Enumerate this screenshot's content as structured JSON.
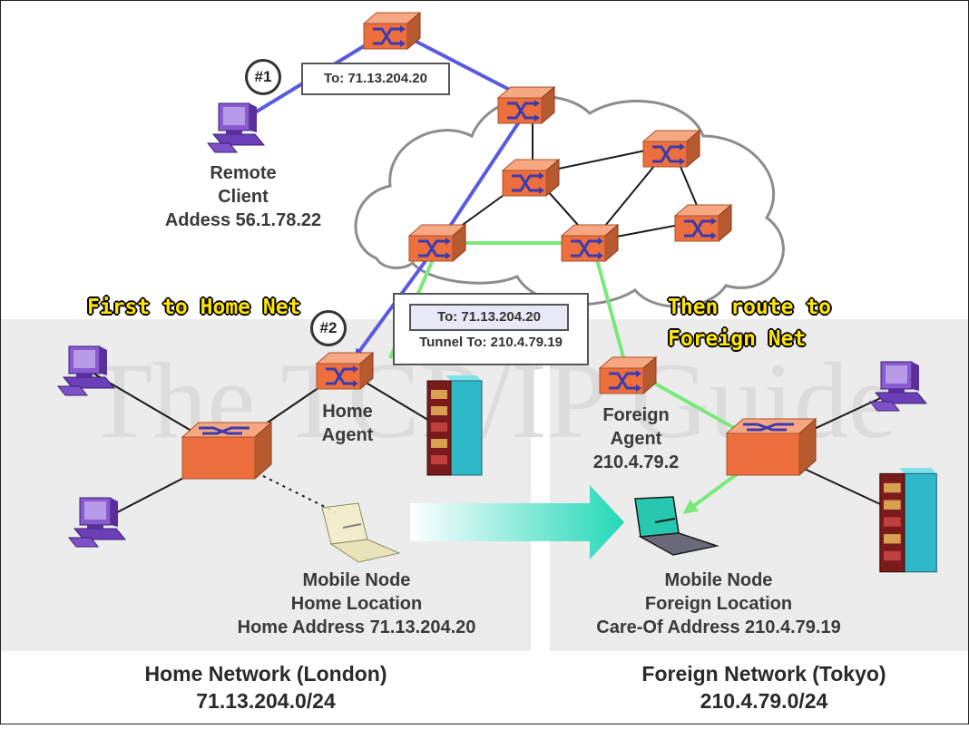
{
  "remote_client": {
    "lines": [
      "Remote",
      "Client",
      "Addess 56.1.78.22"
    ]
  },
  "packet1": {
    "text": "To: 71.13.204.20",
    "step": "#1"
  },
  "packet2": {
    "inner": "To: 71.13.204.20",
    "tunnel": "Tunnel To: 210.4.79.19",
    "step": "#2"
  },
  "callout_home": "First to Home Net",
  "callout_foreign": {
    "lines": [
      "Then route to",
      "Foreign Net"
    ]
  },
  "home_agent": {
    "lines": [
      "Home",
      "Agent"
    ]
  },
  "foreign_agent": {
    "lines": [
      "Foreign",
      "Agent",
      "210.4.79.2"
    ]
  },
  "mobile_home": {
    "lines": [
      "Mobile Node",
      "Home Location",
      "Home Address 71.13.204.20"
    ]
  },
  "mobile_foreign": {
    "lines": [
      "Mobile Node",
      "Foreign Location",
      "Care-Of Address 210.4.79.19"
    ]
  },
  "home_network": {
    "lines": [
      "Home Network (London)",
      "71.13.204.0/24"
    ]
  },
  "foreign_network": {
    "lines": [
      "Foreign Network (Tokyo)",
      "210.4.79.0/24"
    ]
  },
  "watermark": "The TCP/IP Guide",
  "colors": {
    "router": "#f07a4a",
    "client_path": "#5a5ae0",
    "tunnel_path": "#7ae87a",
    "callout": "#ffe600",
    "network_bg": "#ececec"
  }
}
